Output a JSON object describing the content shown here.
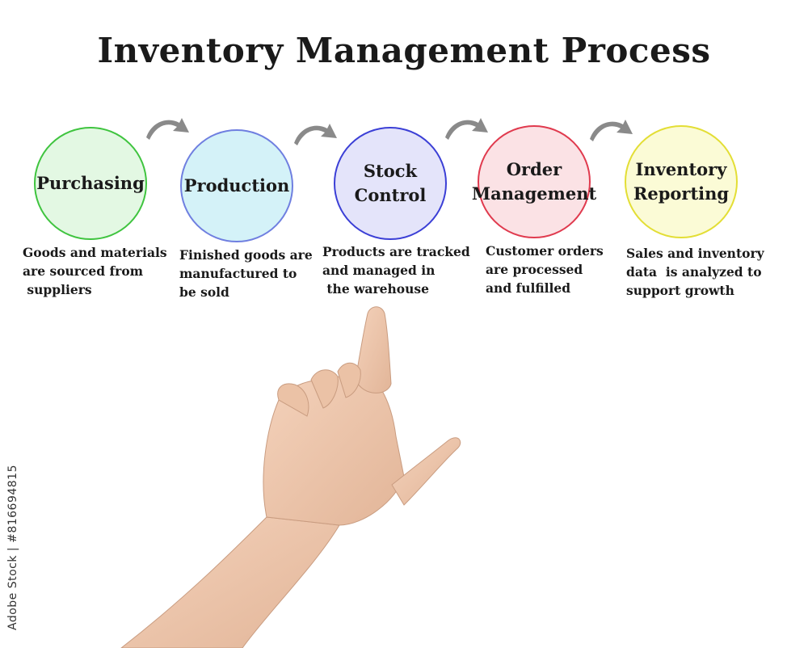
{
  "title": "Inventory Management Process",
  "steps": [
    {
      "label": "Purchasing",
      "description": "Goods and materials\nare sourced from\n suppliers",
      "border_color": "#3fc43f",
      "fill_color": "#e3f8e3"
    },
    {
      "label": "Production",
      "description": "Finished goods are\nmanufactured to\nbe sold",
      "border_color": "#6f7fe0",
      "fill_color": "#d4f2f8"
    },
    {
      "label": "Stock\nControl",
      "description": "Products are tracked\nand managed in\n the warehouse",
      "border_color": "#3b3fd6",
      "fill_color": "#e4e4fa"
    },
    {
      "label": "Order\nManagement",
      "description": "Customer orders\nare processed\nand fulfilled",
      "border_color": "#e03a4e",
      "fill_color": "#fbe2e5"
    },
    {
      "label": "Inventory\nReporting",
      "description": "Sales and inventory\ndata  is analyzed to\nsupport growth",
      "border_color": "#e3de35",
      "fill_color": "#fbfbd6"
    }
  ],
  "arrow_color": "#8a8a8a",
  "watermark": "Adobe Stock | #816694815"
}
